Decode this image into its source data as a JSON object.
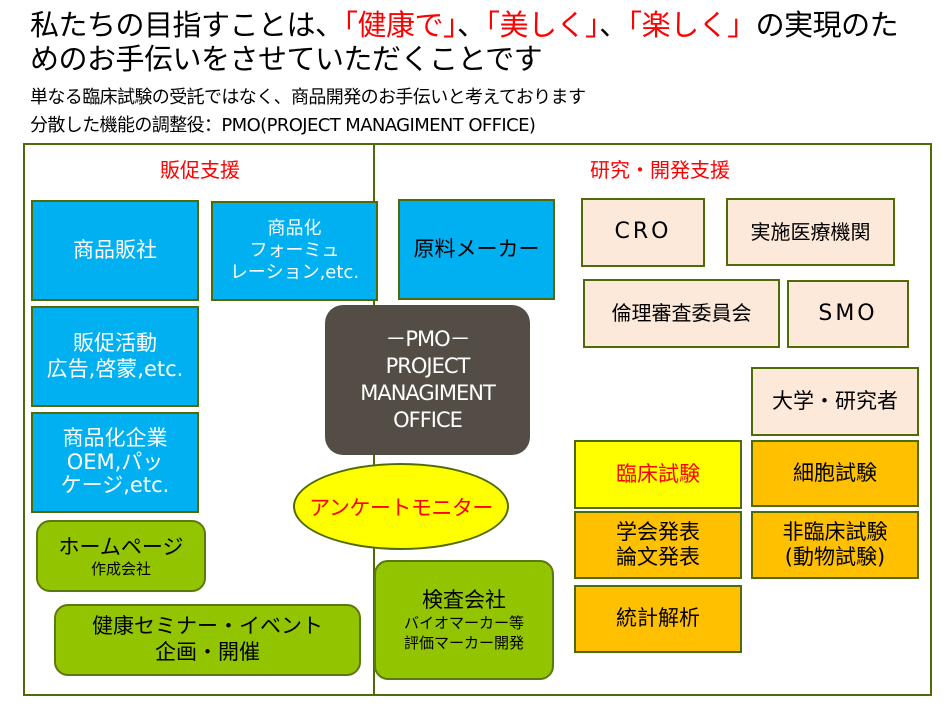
{
  "header": {
    "line1_prefix": "私たちの目指すことは、",
    "line1_q1": "「健康で」",
    "line1_sep1": "、",
    "line1_q2": "「美しく」",
    "line1_sep2": "、",
    "line1_q3": "「楽しく」",
    "line1_suffix": "の実現のた",
    "line2": "めのお手伝いをさせていただくことです",
    "line3": "単なる臨床試験の受託ではなく、商品開発のお手伝いと考えております",
    "line4": "分散した機能の調整役：PMO(PROJECT MANAGIMENT OFFICE)"
  },
  "sections": {
    "left_title": "販促支援",
    "right_title": "研究・開発支援"
  },
  "left_boxes": {
    "product_sales": "商品販社",
    "formulation": "商品化\nフォーミュ\nレーション,etc.",
    "promotion": "販促活動\n広告,啓蒙,etc.",
    "oem": "商品化企業\nOEM,パッ\nケージ,etc.",
    "homepage_main": "ホームページ",
    "homepage_sub": "作成会社",
    "seminar": "健康セミナー・イベント\n企画・開催"
  },
  "center": {
    "pmo": "－PMO－\nPROJECT\nMANAGIMENT\nOFFICE",
    "survey": "アンケートモニター"
  },
  "right_boxes": {
    "raw_material": "原料メーカー",
    "cro": "CRO",
    "medical_institution": "実施医療機関",
    "ethics_committee": "倫理審査委員会",
    "smo": "SMO",
    "university": "大学・研究者",
    "clinical_trial": "臨床試験",
    "cell_test": "細胞試験",
    "presentation": "学会発表\n論文発表",
    "nonclinical": "非臨床試験\n(動物試験)",
    "statistics": "統計解析",
    "lab_main": "検査会社",
    "lab_sub": "バイオマーカー等\n評価マーカー開発"
  },
  "colors": {
    "frame": "#4f6b08",
    "blue": "#00b0f0",
    "beige": "#fde9d9",
    "orange": "#ffc000",
    "yellow": "#ffff00",
    "green": "#92c400",
    "pmo": "#544d45",
    "accent_red": "#ff0000"
  }
}
